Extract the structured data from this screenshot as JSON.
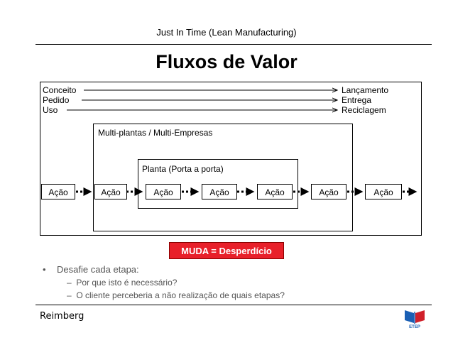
{
  "header": {
    "subtitle": "Just In Time (Lean Manufacturing)",
    "title": "Fluxos de Valor"
  },
  "streams": {
    "left": [
      "Conceito",
      "Pedido",
      "Uso"
    ],
    "right": [
      "Lançamento",
      "Entrega",
      "Reciclagem"
    ]
  },
  "boxes": {
    "mid_label": "Multi-plantas / Multi-Empresas",
    "inner_label": "Planta (Porta a porta)"
  },
  "actions": [
    "Ação",
    "Ação",
    "Ação",
    "Ação",
    "Ação",
    "Ação",
    "Ação"
  ],
  "muda": {
    "label": "MUDA = Desperdício",
    "color": "#e8202a"
  },
  "bullets": {
    "main": "Desafie cada etapa:",
    "sub": [
      "Por que isto é necessário?",
      "O cliente perceberia a não realização de quais etapas?"
    ]
  },
  "footer": {
    "author": "Reimberg",
    "logo_text": "ETEP",
    "logo_colors": [
      "#1a5fb4",
      "#d0202a"
    ]
  }
}
